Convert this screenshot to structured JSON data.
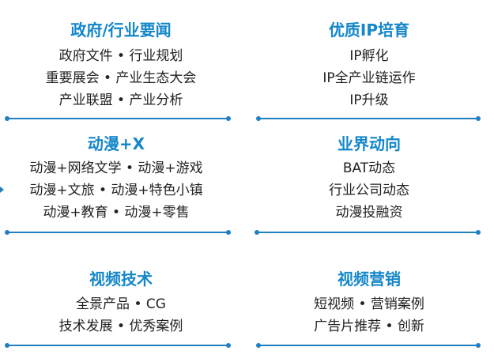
{
  "panels": [
    {
      "title": "政府/行业要闻",
      "lines": [
        "政府文件 • 行业规划",
        "重要展会 • 产业生态大会",
        "产业联盟 • 产业分析"
      ]
    },
    {
      "title": "优质IP培育",
      "lines": [
        "IP孵化",
        "IP全产业链运作",
        "IP升级"
      ]
    },
    {
      "title": "动漫+X",
      "lines": [
        "动漫+网络文学 • 动漫+游戏",
        "动漫+文旅 • 动漫+特色小镇",
        "动漫+教育 • 动漫+零售"
      ]
    },
    {
      "title": "业界动向",
      "lines": [
        "BAT动态",
        "行业公司动态",
        "动漫投融资"
      ]
    },
    {
      "title": "视频技术",
      "lines": [
        "全景产品 • CG",
        "技术发展 • 优秀案例"
      ]
    },
    {
      "title": "视频营销",
      "lines": [
        "短视频 • 营销案例",
        "广告片推荐 • 创新"
      ]
    }
  ],
  "colors": {
    "accent": "#1487c9",
    "line": "#1f7fc0",
    "text": "#222222"
  }
}
